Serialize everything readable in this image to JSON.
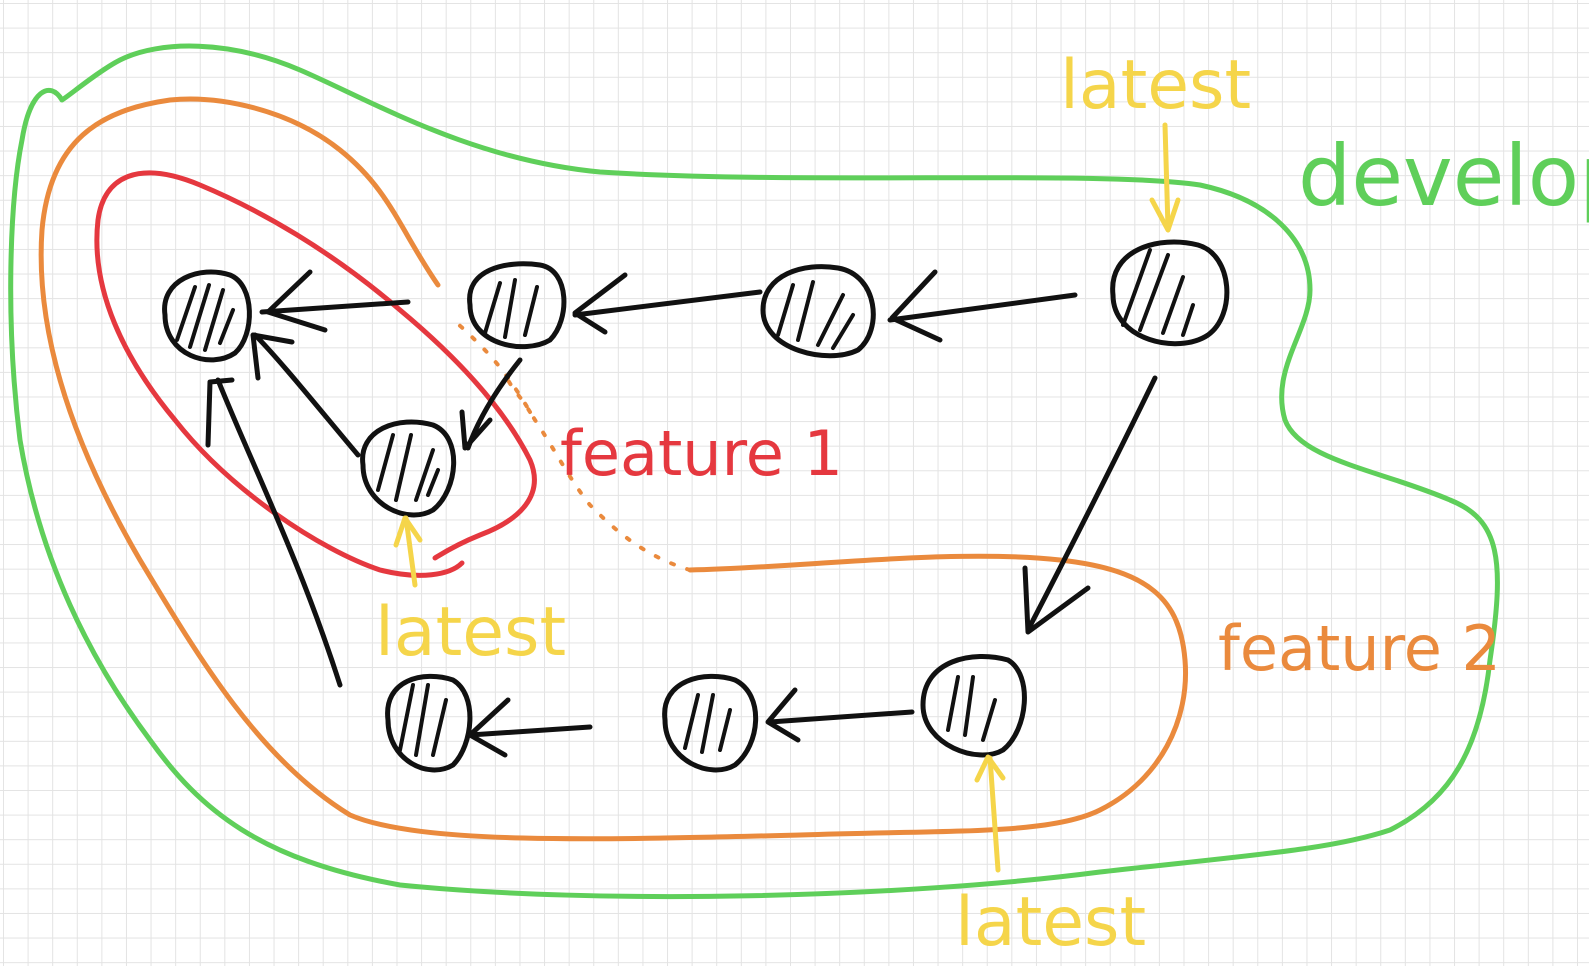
{
  "colors": {
    "develop": "#5fcf5a",
    "feature2": "#ea8a3d",
    "feature1": "#e5383f",
    "latest": "#f5d54a",
    "commit": "#111111"
  },
  "labels": {
    "develop": "develop",
    "feature1": "feature 1",
    "feature2": "feature 2",
    "latest_develop": "latest",
    "latest_feature1": "latest",
    "latest_feature2": "latest"
  },
  "commits": [
    {
      "id": "c1"
    },
    {
      "id": "c2"
    },
    {
      "id": "c3"
    },
    {
      "id": "c4"
    },
    {
      "id": "c5"
    },
    {
      "id": "c6"
    },
    {
      "id": "c7"
    },
    {
      "id": "c8"
    }
  ]
}
